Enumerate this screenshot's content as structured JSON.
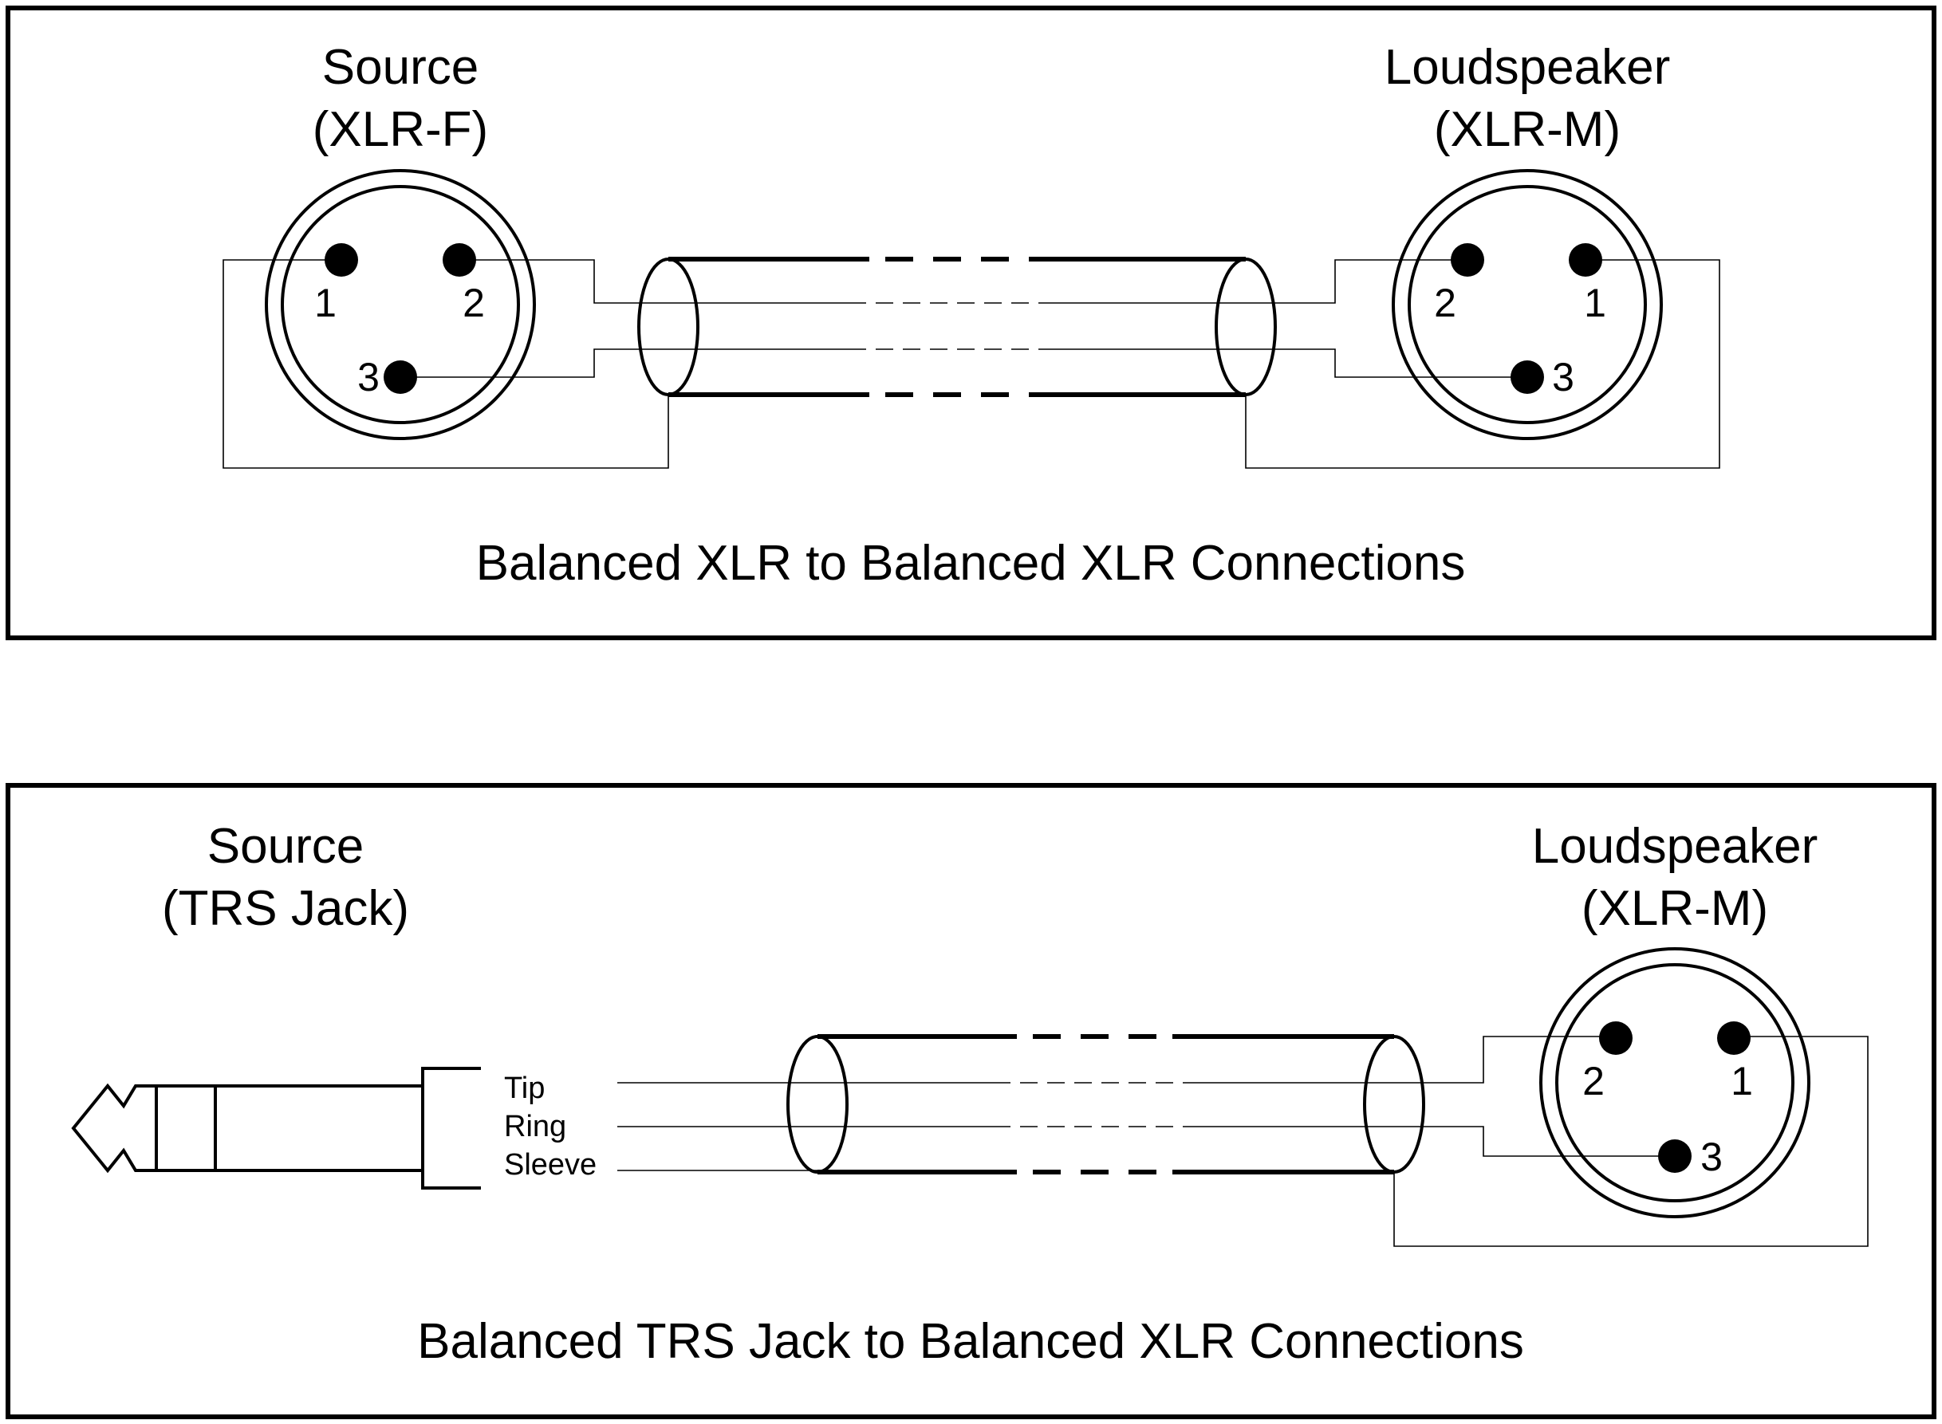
{
  "panel1": {
    "left_title": "Source",
    "left_subtitle": "(XLR-F)",
    "right_title": "Loudspeaker",
    "right_subtitle": "(XLR-M)",
    "left_pins": [
      "1",
      "2",
      "3"
    ],
    "right_pins": [
      "2",
      "1",
      "3"
    ],
    "caption": "Balanced XLR to Balanced XLR Connections"
  },
  "panel2": {
    "left_title": "Source",
    "left_subtitle": "(TRS Jack)",
    "right_title": "Loudspeaker",
    "right_subtitle": "(XLR-M)",
    "trs_labels": [
      "Tip",
      "Ring",
      "Sleeve"
    ],
    "right_pins": [
      "2",
      "1",
      "3"
    ],
    "caption": "Balanced TRS Jack to Balanced XLR Connections"
  }
}
